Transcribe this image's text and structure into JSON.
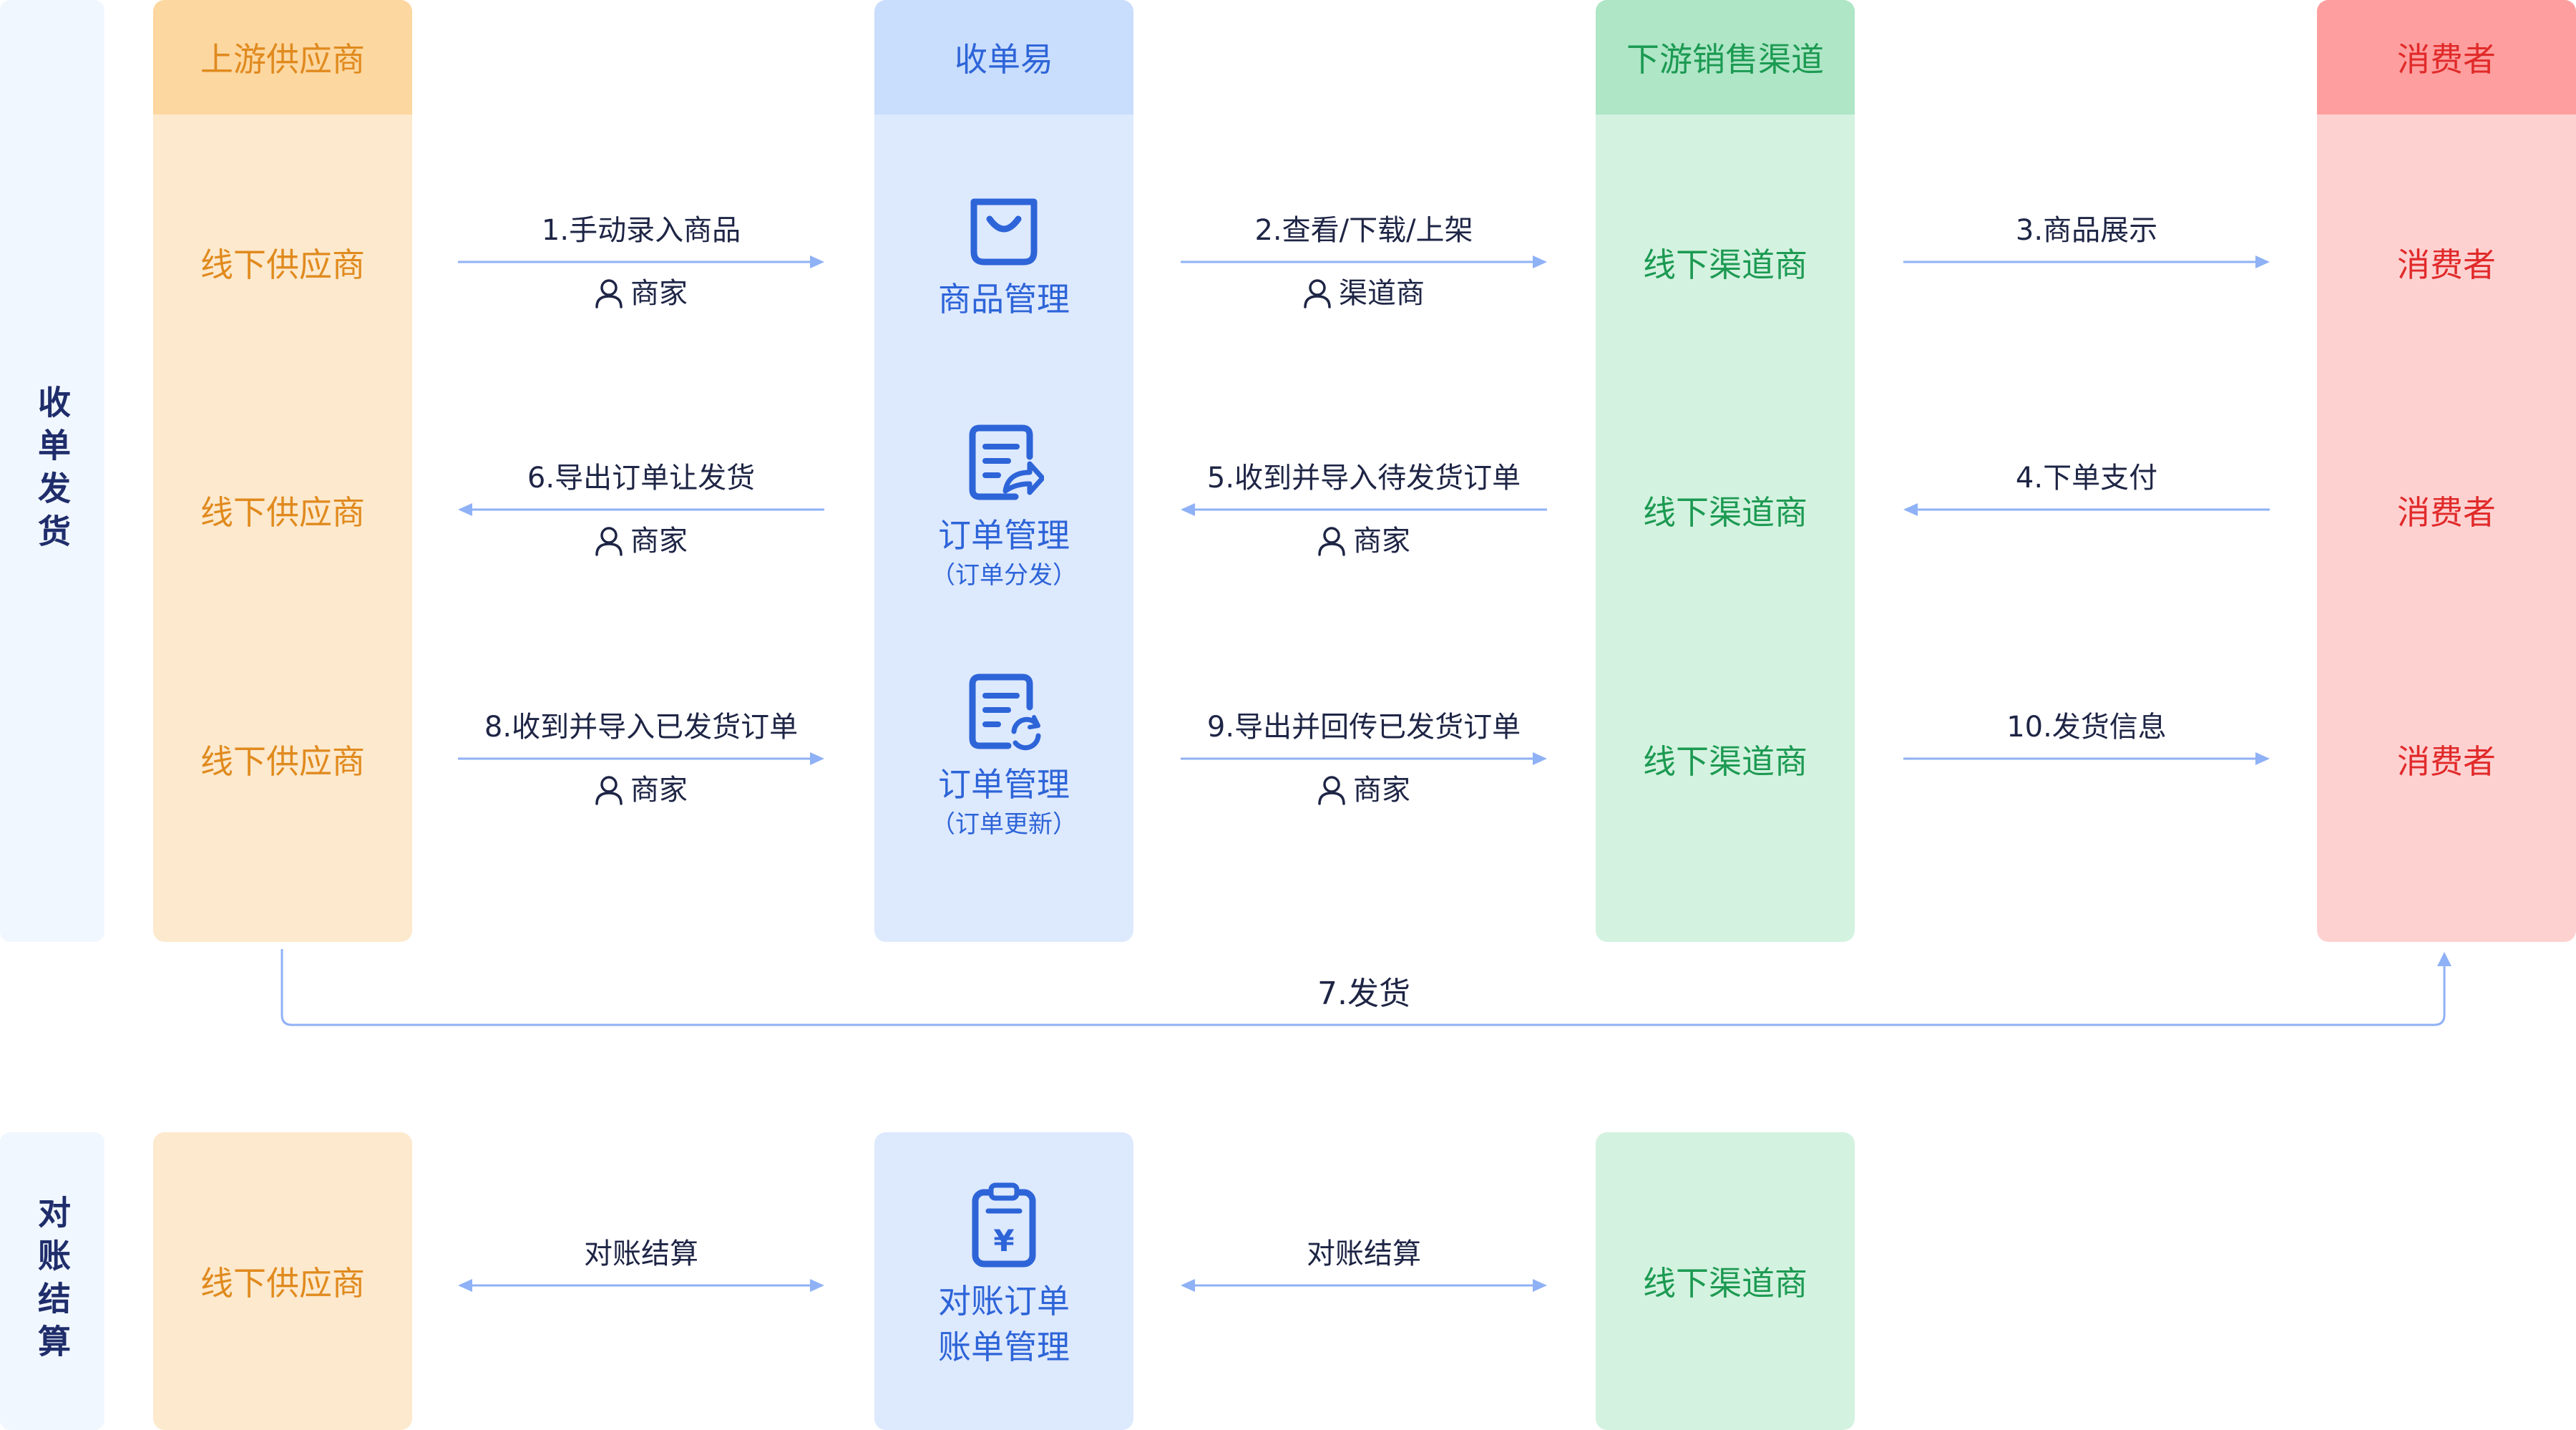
{
  "colors": {
    "supplier": "#e08a1e",
    "platform": "#2d64d8",
    "channel": "#1c9a52",
    "consumer": "#e12a2a",
    "arrow": "#8fb1f6",
    "text": "#1e2545"
  },
  "sections": [
    {
      "label": "收单发货"
    },
    {
      "label": "对账结算"
    }
  ],
  "columns": {
    "supplier": {
      "header": "上游供应商",
      "cells": [
        "线下供应商",
        "线下供应商",
        "线下供应商"
      ],
      "settle_cell": "线下供应商"
    },
    "platform": {
      "header": "收单易"
    },
    "channel": {
      "header": "下游销售渠道",
      "cells": [
        "线下渠道商",
        "线下渠道商",
        "线下渠道商"
      ],
      "settle_cell": "线下渠道商"
    },
    "consumer": {
      "header": "消费者",
      "cells": [
        "消费者",
        "消费者",
        "消费者"
      ]
    }
  },
  "modules": [
    {
      "name": "商品管理",
      "sub": "",
      "icon": "shopping-bag-icon"
    },
    {
      "name": "订单管理",
      "sub": "（订单分发）",
      "icon": "order-share-icon"
    },
    {
      "name": "订单管理",
      "sub": "（订单更新）",
      "icon": "order-refresh-icon"
    },
    {
      "name": "对账订单",
      "name2": "账单管理",
      "icon": "clipboard-yen-icon"
    }
  ],
  "flows": [
    {
      "label": "1.手动录入商品",
      "actor": "商家",
      "direction": "right"
    },
    {
      "label": "2.查看/下载/上架",
      "actor": "渠道商",
      "direction": "right"
    },
    {
      "label": "3.商品展示",
      "actor": "",
      "direction": "right"
    },
    {
      "label": "6.导出订单让发货",
      "actor": "商家",
      "direction": "left"
    },
    {
      "label": "5.收到并导入待发货订单",
      "actor": "商家",
      "direction": "left"
    },
    {
      "label": "4.下单支付",
      "actor": "",
      "direction": "left"
    },
    {
      "label": "8.收到并导入已发货订单",
      "actor": "商家",
      "direction": "right"
    },
    {
      "label": "9.导出并回传已发货订单",
      "actor": "商家",
      "direction": "right"
    },
    {
      "label": "10.发货信息",
      "actor": "",
      "direction": "right"
    },
    {
      "label": "对账结算",
      "actor": "",
      "direction": "both"
    },
    {
      "label": "对账结算",
      "actor": "",
      "direction": "both"
    }
  ],
  "shipping": {
    "label": "7.发货"
  }
}
